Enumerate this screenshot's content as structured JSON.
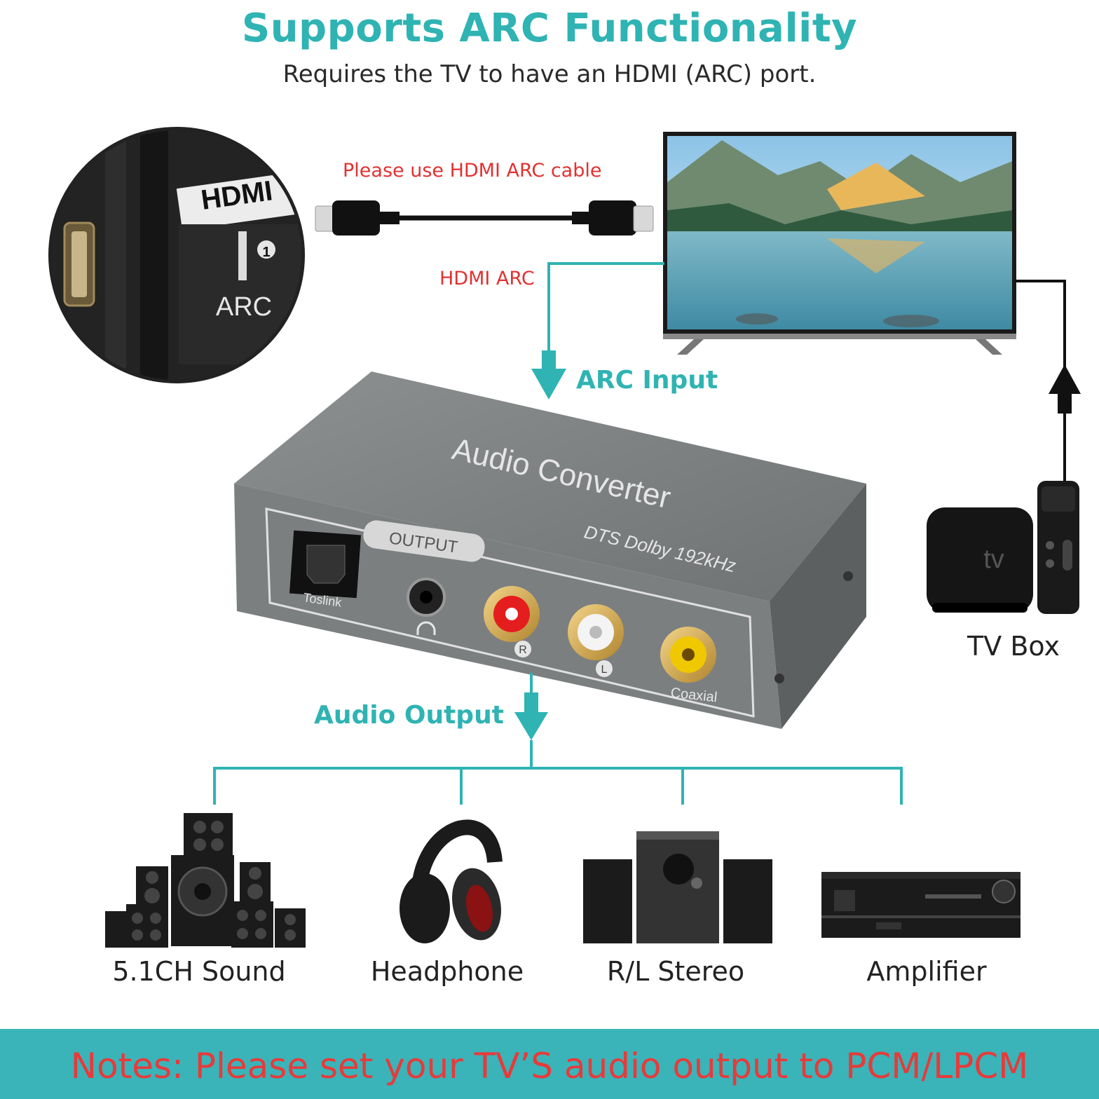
{
  "header": {
    "title": "Supports ARC Functionality",
    "subtitle": "Requires the TV to have an HDMI (ARC) port."
  },
  "port_closeup": {
    "hdmi_logo": "HDMI",
    "port_number": "1",
    "arc_label": "ARC"
  },
  "cable": {
    "note": "Please use HDMI ARC cable",
    "connection_label": "HDMI ARC"
  },
  "converter": {
    "arc_input_label": "ARC Input",
    "brand_text": "Audio Converter",
    "spec_text": "DTS Dolby 192kHz",
    "output_label": "OUTPUT",
    "toslink_label": "Toslink",
    "right_label": "R",
    "left_label": "L",
    "coaxial_label": "Coaxial"
  },
  "tv_box": {
    "logo_text": "tv",
    "label": "TV Box"
  },
  "audio_output": {
    "label": "Audio Output",
    "devices": [
      {
        "label": "5.1CH Sound",
        "icon": "surround-speakers-icon"
      },
      {
        "label": "Headphone",
        "icon": "headphone-icon"
      },
      {
        "label": "R/L Stereo",
        "icon": "stereo-speakers-icon"
      },
      {
        "label": "Amplifier",
        "icon": "amplifier-icon"
      }
    ]
  },
  "notes": {
    "text": "Notes: Please set your TV’S audio output to PCM/LPCM"
  },
  "colors": {
    "accent": "#2fb3b3",
    "warning": "#e23131",
    "notes_bar": "#3ab4b8",
    "device_body": "#7c7f80"
  }
}
